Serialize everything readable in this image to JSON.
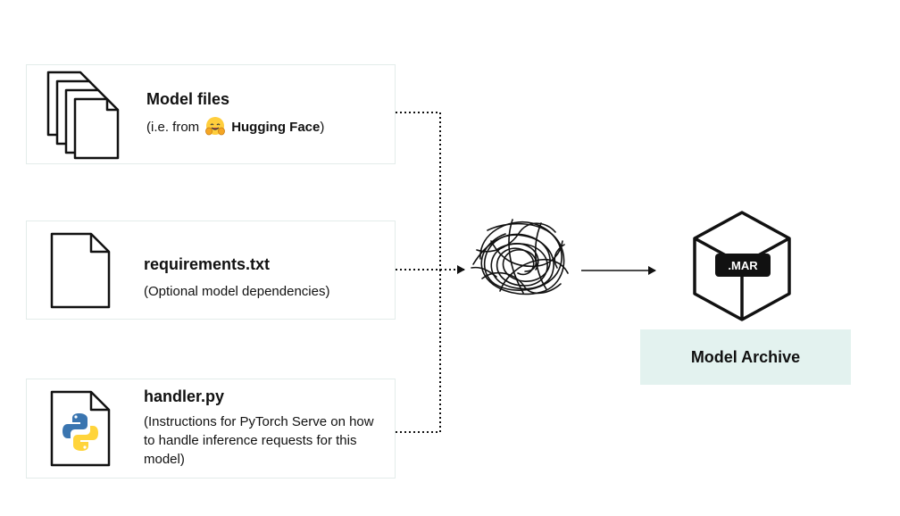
{
  "cards": {
    "model_files": {
      "title": "Model files",
      "desc_prefix": "(i.e. from",
      "desc_brand": "Hugging Face",
      "desc_suffix": ")"
    },
    "requirements": {
      "title": "requirements.txt",
      "desc": "(Optional model dependencies)"
    },
    "handler": {
      "title": "handler.py",
      "desc": "(Instructions for PyTorch Serve on how to handle inference requests for this model)"
    }
  },
  "archive": {
    "badge": ".MAR",
    "label": "Model Archive"
  },
  "icons": {
    "model_files": "stacked-documents-icon",
    "hugging_face": "hugging-face-emoji-icon",
    "requirements": "document-icon",
    "handler": "python-file-icon",
    "process": "scribble-tangle-icon",
    "archive": "cube-box-icon"
  },
  "colors": {
    "card_border": "#e3ecea",
    "archive_label_bg": "#e3f2ef",
    "python_blue": "#3a75b0",
    "python_yellow": "#ffd43b",
    "hugging_face_yellow": "#ffce3d"
  }
}
